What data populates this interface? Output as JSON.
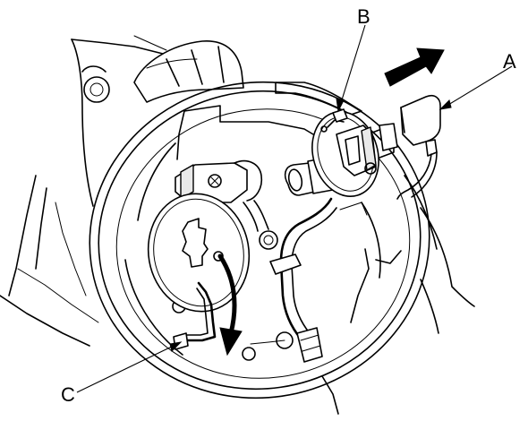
{
  "callouts": {
    "a": "A",
    "b": "B",
    "c": "C"
  },
  "icons": {
    "removal_arrow": "arrow-right-icon",
    "rotation_arrow": "curved-arrow-down-icon"
  },
  "colors": {
    "line": "#000000",
    "background": "#ffffff"
  }
}
